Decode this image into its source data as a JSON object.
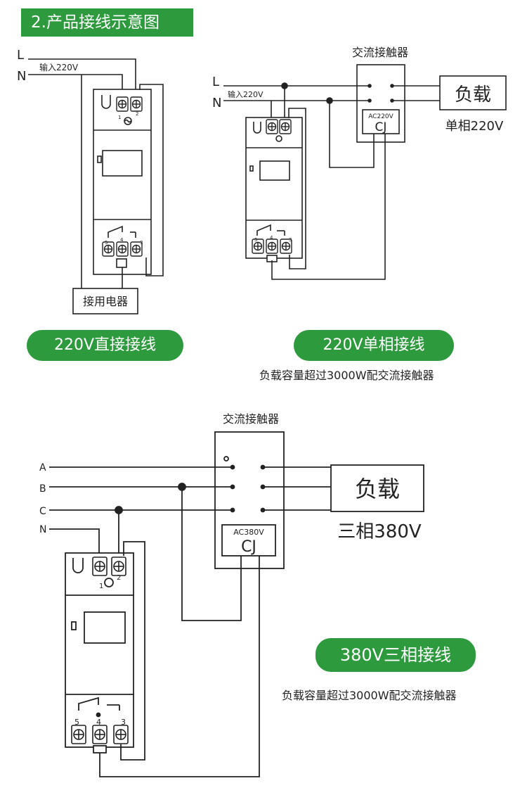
{
  "header": {
    "title": "2.产品接线示意图"
  },
  "diagram1": {
    "label_L": "L",
    "label_N": "N",
    "input_label": "输入220V",
    "terminal_1": "1",
    "terminal_2": "2",
    "terminal_5": "5",
    "terminal_4": "4",
    "terminal_3": "3",
    "load_box": "接用电器",
    "caption": "220V直接接线"
  },
  "diagram2": {
    "contactor_title": "交流接触器",
    "label_L": "L",
    "label_N": "N",
    "input_label": "输入220V",
    "coil_rating": "AC220V",
    "coil_label": "CJ",
    "load_label": "负载",
    "load_spec": "单相220V",
    "terminal_5": "5",
    "terminal_4": "4",
    "terminal_3": "3",
    "caption": "220V单相接线",
    "note": "负载容量超过3000W配交流接触器"
  },
  "diagram3": {
    "contactor_title": "交流接触器",
    "label_A": "A",
    "label_B": "B",
    "label_C": "C",
    "label_N": "N",
    "coil_rating": "AC380V",
    "coil_label": "CJ",
    "load_label": "负载",
    "load_spec": "三相380V",
    "terminal_1": "1",
    "terminal_2": "2",
    "terminal_5": "5",
    "terminal_4": "4",
    "terminal_3": "3",
    "caption": "380V三相接线",
    "note": "负载容量超过3000W配交流接触器"
  }
}
